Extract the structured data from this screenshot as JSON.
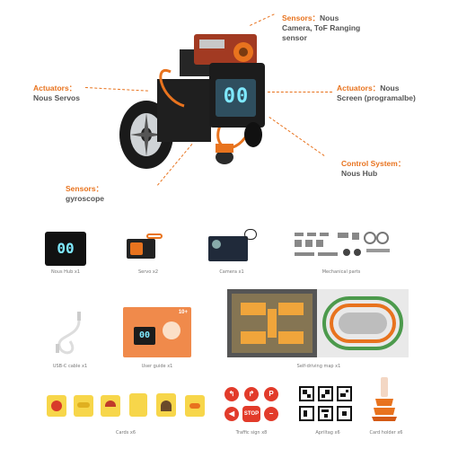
{
  "callouts": {
    "sensors_top": {
      "title": "Sensors：",
      "value1": "Nous",
      "value2": "Camera,  ToF Ranging",
      "value3": "sensor"
    },
    "actuators_left": {
      "title": "Actuators：",
      "value1": "Nous Servos"
    },
    "actuators_right": {
      "title": "Actuators：",
      "value1": "Nous",
      "value2": "Screen (programalbe)"
    },
    "control": {
      "title": "Control System：",
      "value1": "Nous Hub"
    },
    "sensors_bottom": {
      "title": "Sensors：",
      "value1": "gyroscope"
    }
  },
  "robot_screen": {
    "digits": "00"
  },
  "hub_screen": {
    "digits": "00"
  },
  "guide_screen": {
    "digits": "00"
  },
  "items": [
    {
      "caption": "Nous Hub x1"
    },
    {
      "caption": "Servo x2"
    },
    {
      "caption": "Camera x1"
    },
    {
      "caption": "Mechanical parts"
    },
    {
      "caption": "USB-C cable x1"
    },
    {
      "caption": "User guide x1"
    },
    {
      "caption": "Self-driving map x1"
    },
    {
      "caption": "Cards x6"
    },
    {
      "caption": "Traffic sign x8"
    },
    {
      "caption": "Apriltag x6"
    },
    {
      "caption": "Card holder x6"
    }
  ],
  "map": {
    "stop_label": "STOP"
  },
  "guide": {
    "age_badge": "10+"
  },
  "colors": {
    "accent": "#e8731e",
    "robot_body": "#1c1c1c",
    "screen": "#2f4f5f",
    "digit": "#7fe9ff",
    "sign_red": "#e23b2a"
  }
}
